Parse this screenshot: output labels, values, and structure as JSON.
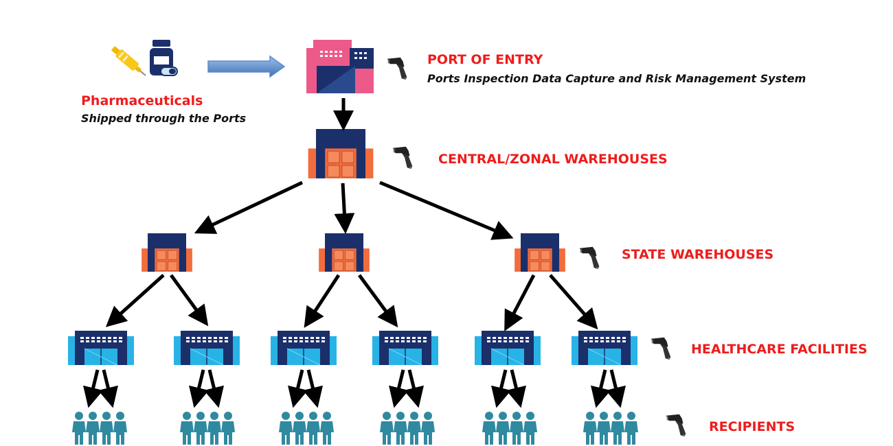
{
  "source": {
    "title": "Pharmaceuticals",
    "subtitle": "Shipped through the Ports",
    "icons": [
      "syringe-icon",
      "pill-bottle-icon"
    ]
  },
  "levels": [
    {
      "id": "port",
      "title": "PORT OF ENTRY",
      "subtitle": "Ports Inspection Data Capture and Risk Management System",
      "icon": "port-building-icon",
      "count": 1
    },
    {
      "id": "central",
      "title": "CENTRAL/ZONAL WAREHOUSES",
      "icon": "warehouse-icon",
      "count": 1
    },
    {
      "id": "state",
      "title": "STATE WAREHOUSES",
      "icon": "warehouse-icon",
      "count": 3
    },
    {
      "id": "health",
      "title": "HEALTHCARE FACILITIES",
      "icon": "facility-icon",
      "count": 6
    },
    {
      "id": "recipients",
      "title": "RECIPIENTS",
      "icon": "people-group-icon",
      "count": 6
    }
  ],
  "scanner_icon": "barcode-scanner-icon",
  "colors": {
    "label": "#ee1c1c",
    "arrow": "#000000",
    "navy": "#1b2f6b",
    "orange": "#f26c3c",
    "pink": "#ec5a8a",
    "cyan": "#27b3e6",
    "teal": "#2f8aa0",
    "flow_arrow": "#4a7fc1"
  }
}
